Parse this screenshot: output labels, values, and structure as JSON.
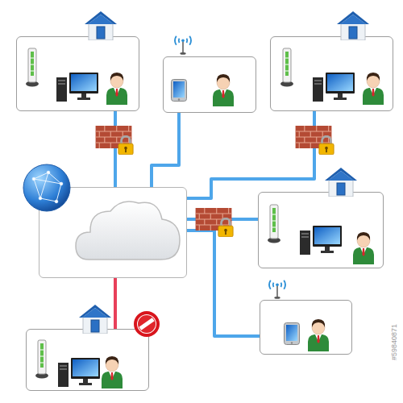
{
  "diagram": {
    "nodes": [
      {
        "text": []
      },
      {
        "text": []
      },
      {
        "text": []
      },
      {
        "text": []
      },
      {
        "text": []
      },
      {
        "text": []
      },
      {
        "text": []
      }
    ],
    "edges": [
      {
        "from": 3,
        "to": 0,
        "arrow": "none"
      },
      {
        "from": 3,
        "to": 1,
        "arrow": "none"
      },
      {
        "from": 3,
        "to": 2,
        "arrow": "none"
      },
      {
        "from": 3,
        "to": 4,
        "arrow": "none"
      },
      {
        "from": 3,
        "to": 5,
        "arrow": "none"
      },
      {
        "from": 3,
        "to": 6,
        "arrow": "none"
      }
    ],
    "labels": [
      "#59840871"
    ]
  }
}
